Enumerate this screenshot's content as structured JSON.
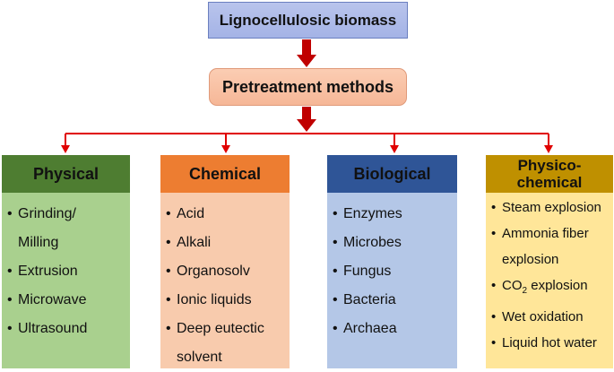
{
  "title": "Lignocellulosic biomass",
  "subtitle": "Pretreatment methods",
  "bullet": "•",
  "categories": [
    {
      "name": "Physical",
      "header_color": "#4e7d31",
      "body_color": "#a9d08e",
      "items": [
        "Grinding/",
        "Milling",
        "Extrusion",
        "Microwave",
        "Ultrasound"
      ]
    },
    {
      "name": "Chemical",
      "header_color": "#ed7d31",
      "body_color": "#f8cbad",
      "items": [
        "Acid",
        "Alkali",
        "Organosolv",
        "Ionic liquids",
        "Deep eutectic",
        "solvent"
      ]
    },
    {
      "name": "Biological",
      "header_color": "#2f5597",
      "body_color": "#b4c7e7",
      "items": [
        "Enzymes",
        "Microbes",
        "Fungus",
        "Bacteria",
        "Archaea"
      ]
    },
    {
      "name": "Physico-chemical",
      "header_line1": "Physico-",
      "header_line2": "chemical",
      "header_color": "#bf9000",
      "body_color": "#ffe699",
      "items": [
        "Steam explosion",
        "Ammonia fiber",
        "explosion",
        "CO",
        "2",
        " explosion",
        "Wet oxidation",
        "Liquid hot water"
      ]
    }
  ],
  "colors": {
    "arrow": "#c00000",
    "connector": "#e00000",
    "top_box": "#a9b7e8",
    "pretreatment_box": "#f8c0a2"
  }
}
